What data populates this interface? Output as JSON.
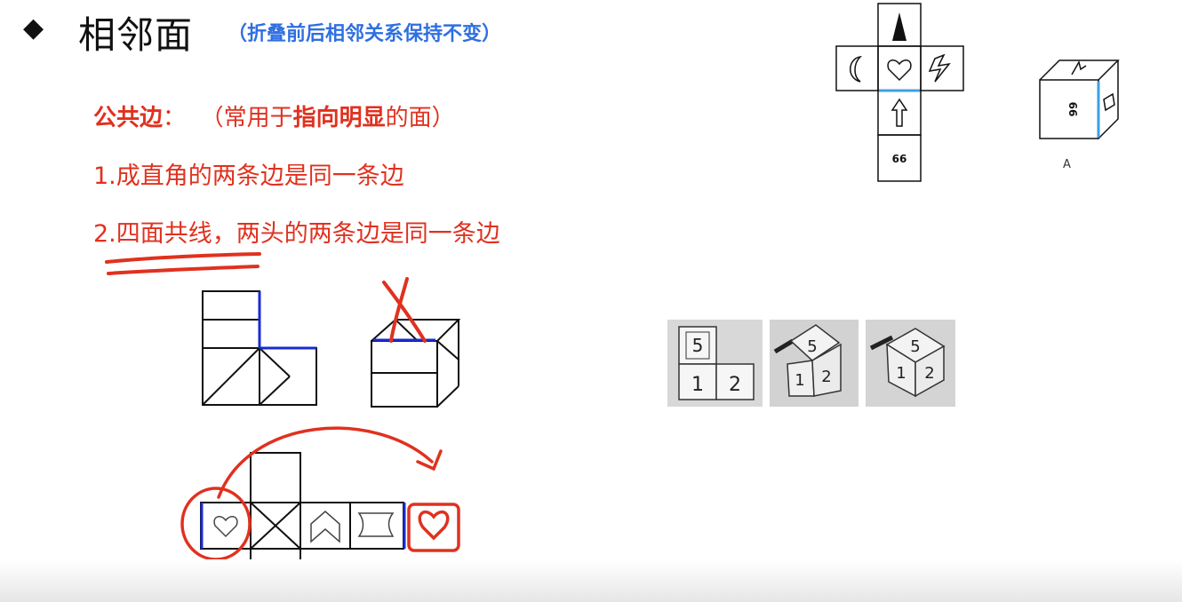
{
  "header": {
    "bullet": "◆",
    "title": "相邻面",
    "subtitle": "（折叠前后相邻关系保持不变）"
  },
  "rules": {
    "heading_term": "公共边",
    "heading_colon": "：",
    "heading_paren_open": "（常用于",
    "heading_emphasis": "指向明显",
    "heading_paren_close": "的面）",
    "rule_1": "1.成直角的两条边是同一条边",
    "rule_2_underlined": "2.四面共线",
    "rule_2_rest": "，两头的两条边是同一条边"
  },
  "example_net": {
    "bottom_face_label": "66"
  },
  "answer_cube": {
    "front_face_label": "66",
    "option_label": "A"
  },
  "photos": {
    "photo_1_digits": [
      "5",
      "1",
      "2"
    ],
    "photo_2_digits": [
      "5",
      "1",
      "2"
    ],
    "photo_3_digits": [
      "5",
      "1",
      "2"
    ]
  },
  "colors": {
    "annotation_red": "#e0311f",
    "subtitle_blue": "#2f6fe0",
    "edge_blue": "#1a2bd0",
    "highlight_edge_blue": "#3aa0e8"
  }
}
